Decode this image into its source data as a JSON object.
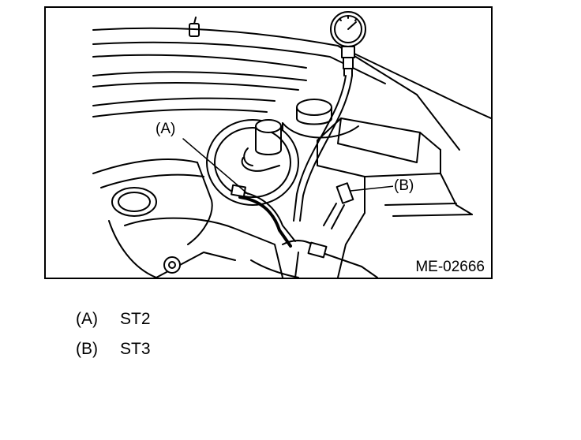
{
  "figure": {
    "id_label": "ME-02666",
    "callouts": {
      "a": "(A)",
      "b": "(B)"
    }
  },
  "legend": {
    "items": [
      {
        "key": "(A)",
        "value": "ST2"
      },
      {
        "key": "(B)",
        "value": "ST3"
      }
    ]
  },
  "colors": {
    "line": "#000000",
    "background": "#ffffff"
  }
}
